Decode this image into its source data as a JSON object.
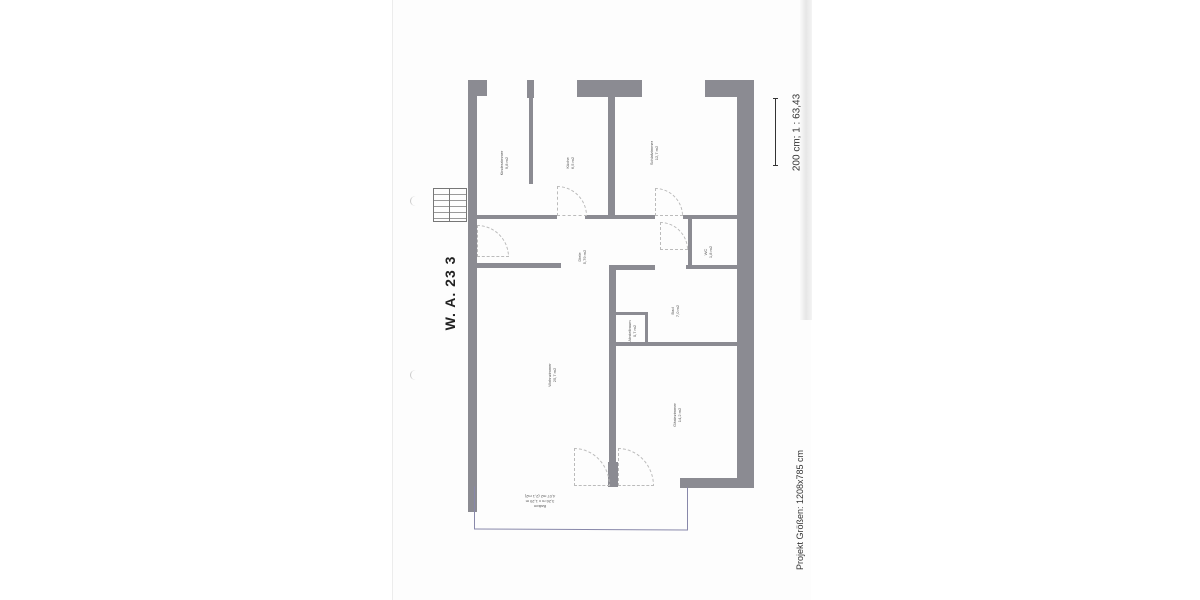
{
  "document": {
    "title": "W. A. 23  3",
    "scale": "200 cm; 1 : 63,43",
    "project_size": "Projekt Größen: 1208x785 cm"
  },
  "rooms": [
    {
      "name": "Kinderzimmer",
      "area": "9,8 m2"
    },
    {
      "name": "Küche",
      "area": "6,5 m2"
    },
    {
      "name": "Schlafzimmer",
      "area": "12,7 m2"
    },
    {
      "name": "Diele",
      "area": "5,79 m2"
    },
    {
      "name": "WC",
      "area": "1,8 m2"
    },
    {
      "name": "Bad",
      "area": "7,0 m2"
    },
    {
      "name": "Abstellraum",
      "area": "0,7 m2"
    },
    {
      "name": "Wohnzimmer",
      "area": "25,7 m2"
    },
    {
      "name": "Gästezimmer",
      "area": "14,2 m2"
    },
    {
      "name": "Balkon",
      "area": "3,26 m x 1,29 m",
      "note": "4,07 m2 (2,1 m2)"
    }
  ],
  "colors": {
    "wall": "#8b8b92",
    "paper": "#fdfdfd"
  }
}
